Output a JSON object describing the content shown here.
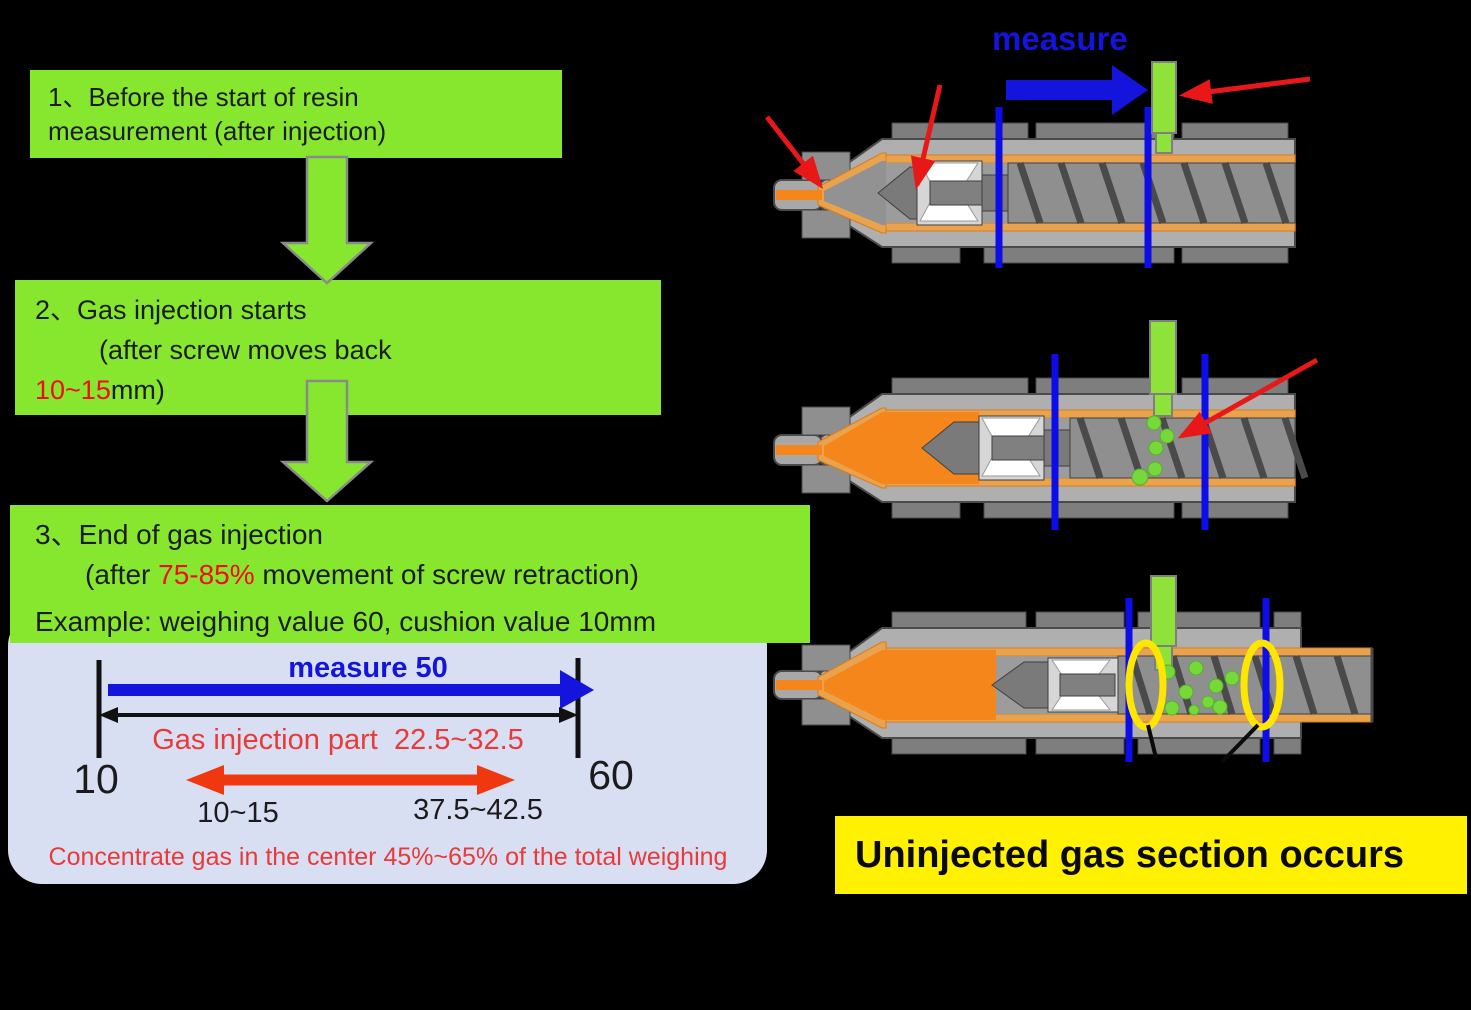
{
  "colors": {
    "background": "#000000",
    "step_box_green": "#86E72E",
    "injector_green": "#8FE23A",
    "accent_blue": "#0D0DE8",
    "accent_red": "#E81818",
    "melt_orange": "#F5861C",
    "lavender_panel": "#D9DFF2",
    "caption_yellow": "#FFF100",
    "highlight_yellow_ellipse": "#FFE600"
  },
  "steps": {
    "step1": {
      "line1": "1、Before the start of resin",
      "line2": "measurement (after injection)"
    },
    "step2": {
      "line1": "2、Gas injection starts",
      "line2": "(after screw moves back",
      "line3_red": "10~15",
      "line3_rest": "mm)"
    },
    "step3": {
      "line1": "3、End of gas injection",
      "line2_pre": "(after ",
      "line2_red": "75-85%",
      "line2_post": " movement of screw retraction)",
      "example": "Example: weighing value 60, cushion value 10mm"
    }
  },
  "measure_box": {
    "title": "measure 50",
    "gas_label": "Gas injection part  22.5~32.5",
    "left_value": "10",
    "right_value": "60",
    "left_range": "10~15",
    "right_range": "37.5~42.5",
    "note": "Concentrate gas in the center 45%~65% of the total weighing"
  },
  "machine": {
    "measure_label": "measure",
    "caption": "Uninjected gas section occurs"
  }
}
